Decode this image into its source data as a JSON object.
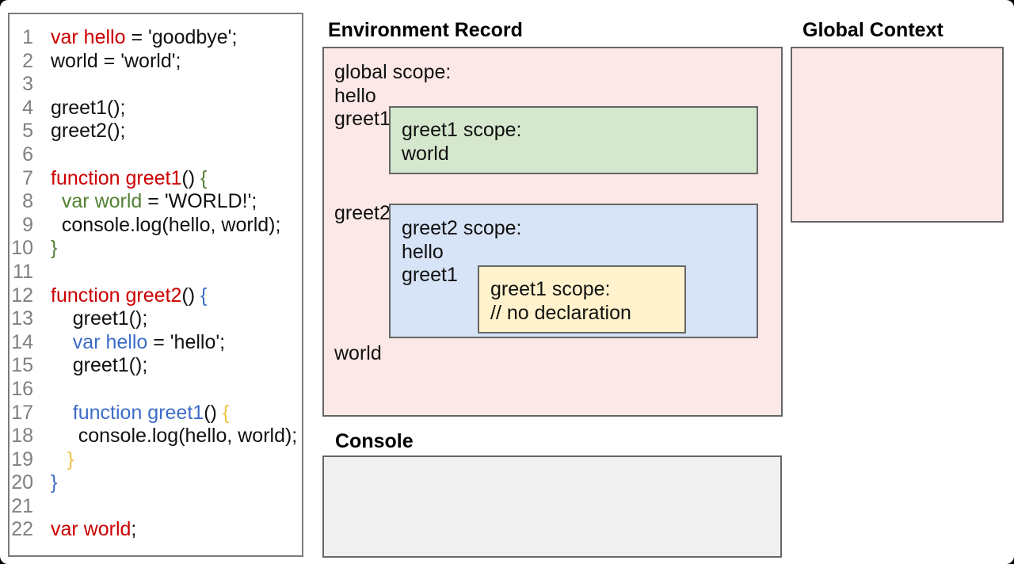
{
  "palette": {
    "red": "#cc0000",
    "green": "#538135",
    "blue": "#3d6cc8",
    "yellow": "#f0c243",
    "black": "#111111",
    "gray": "#808080",
    "pink_fill": "#fce8e6",
    "green_fill": "#d5e8cd",
    "blue_fill": "#d7e3f6",
    "yellow_fill": "#fff2cc",
    "console_fill": "#f0f0f0",
    "box_border": "#666666",
    "panel_border": "#7b7b7b"
  },
  "headings": {
    "environment_record": "Environment Record",
    "global_context": "Global Context",
    "console": "Console"
  },
  "environment_record": {
    "global_scope_label": "global scope:",
    "global_vars": [
      "hello",
      "greet1",
      "greet2",
      "world"
    ],
    "greet1_scope": {
      "label": "greet1 scope:",
      "vars": [
        "world"
      ]
    },
    "greet2_scope": {
      "label": "greet2 scope:",
      "vars": [
        "hello",
        "greet1"
      ],
      "inner_greet1_scope": {
        "label": "greet1 scope:",
        "comment": "// no declaration"
      }
    }
  },
  "code": {
    "lines": [
      {
        "n": "1",
        "segs": [
          [
            "red",
            "var hello"
          ],
          [
            "black",
            " = 'goodbye';"
          ]
        ]
      },
      {
        "n": "2",
        "segs": [
          [
            "black",
            "world = 'world';"
          ]
        ]
      },
      {
        "n": "3",
        "segs": []
      },
      {
        "n": "4",
        "segs": [
          [
            "black",
            "greet1();"
          ]
        ]
      },
      {
        "n": "5",
        "segs": [
          [
            "black",
            "greet2();"
          ]
        ]
      },
      {
        "n": "6",
        "segs": []
      },
      {
        "n": "7",
        "segs": [
          [
            "red",
            "function greet1"
          ],
          [
            "black",
            "() "
          ],
          [
            "green",
            "{"
          ]
        ]
      },
      {
        "n": "8",
        "segs": [
          [
            "black",
            "  "
          ],
          [
            "green",
            "var world"
          ],
          [
            "black",
            " = 'WORLD!';"
          ]
        ]
      },
      {
        "n": "9",
        "segs": [
          [
            "black",
            "  console.log(hello, world);"
          ]
        ]
      },
      {
        "n": "10",
        "segs": [
          [
            "green",
            "}"
          ]
        ]
      },
      {
        "n": "11",
        "segs": []
      },
      {
        "n": "12",
        "segs": [
          [
            "red",
            "function greet2"
          ],
          [
            "black",
            "() "
          ],
          [
            "blue",
            "{"
          ]
        ]
      },
      {
        "n": "13",
        "segs": [
          [
            "black",
            "    greet1();"
          ]
        ]
      },
      {
        "n": "14",
        "segs": [
          [
            "black",
            "    "
          ],
          [
            "blue",
            "var hello"
          ],
          [
            "black",
            " = 'hello';"
          ]
        ]
      },
      {
        "n": "15",
        "segs": [
          [
            "black",
            "    greet1();"
          ]
        ]
      },
      {
        "n": "16",
        "segs": []
      },
      {
        "n": "17",
        "segs": [
          [
            "black",
            "    "
          ],
          [
            "blue",
            "function greet1"
          ],
          [
            "black",
            "() "
          ],
          [
            "yellow",
            "{"
          ]
        ]
      },
      {
        "n": "18",
        "segs": [
          [
            "black",
            "     console.log(hello, world);"
          ]
        ]
      },
      {
        "n": "19",
        "segs": [
          [
            "black",
            "   "
          ],
          [
            "yellow",
            "}"
          ]
        ]
      },
      {
        "n": "20",
        "segs": [
          [
            "blue",
            "}"
          ]
        ]
      },
      {
        "n": "21",
        "segs": []
      },
      {
        "n": "22",
        "segs": [
          [
            "red",
            "var world"
          ],
          [
            "black",
            ";"
          ]
        ]
      }
    ]
  }
}
